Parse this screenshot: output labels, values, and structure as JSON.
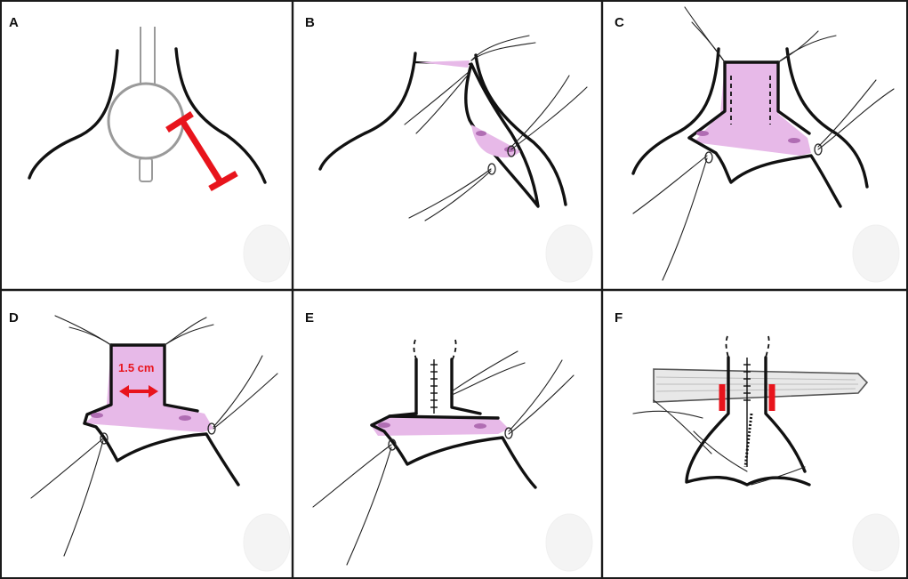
{
  "figure": {
    "panels": [
      {
        "id": "A",
        "label": "A"
      },
      {
        "id": "B",
        "label": "B"
      },
      {
        "id": "C",
        "label": "C"
      },
      {
        "id": "D",
        "label": "D",
        "measurement": "1.5 cm"
      },
      {
        "id": "E",
        "label": "E"
      },
      {
        "id": "F",
        "label": "F"
      }
    ],
    "colors": {
      "tissue_fill": "#e7b9e8",
      "marker_red": "#e8141c",
      "outline": "#111111",
      "instrument_grey": "#9a9a9a",
      "suture_knot": "#b06db3"
    },
    "icons": [
      "trocar-icon",
      "suture-thread-icon",
      "measure-arrow-icon",
      "clip-marker-icon"
    ]
  }
}
